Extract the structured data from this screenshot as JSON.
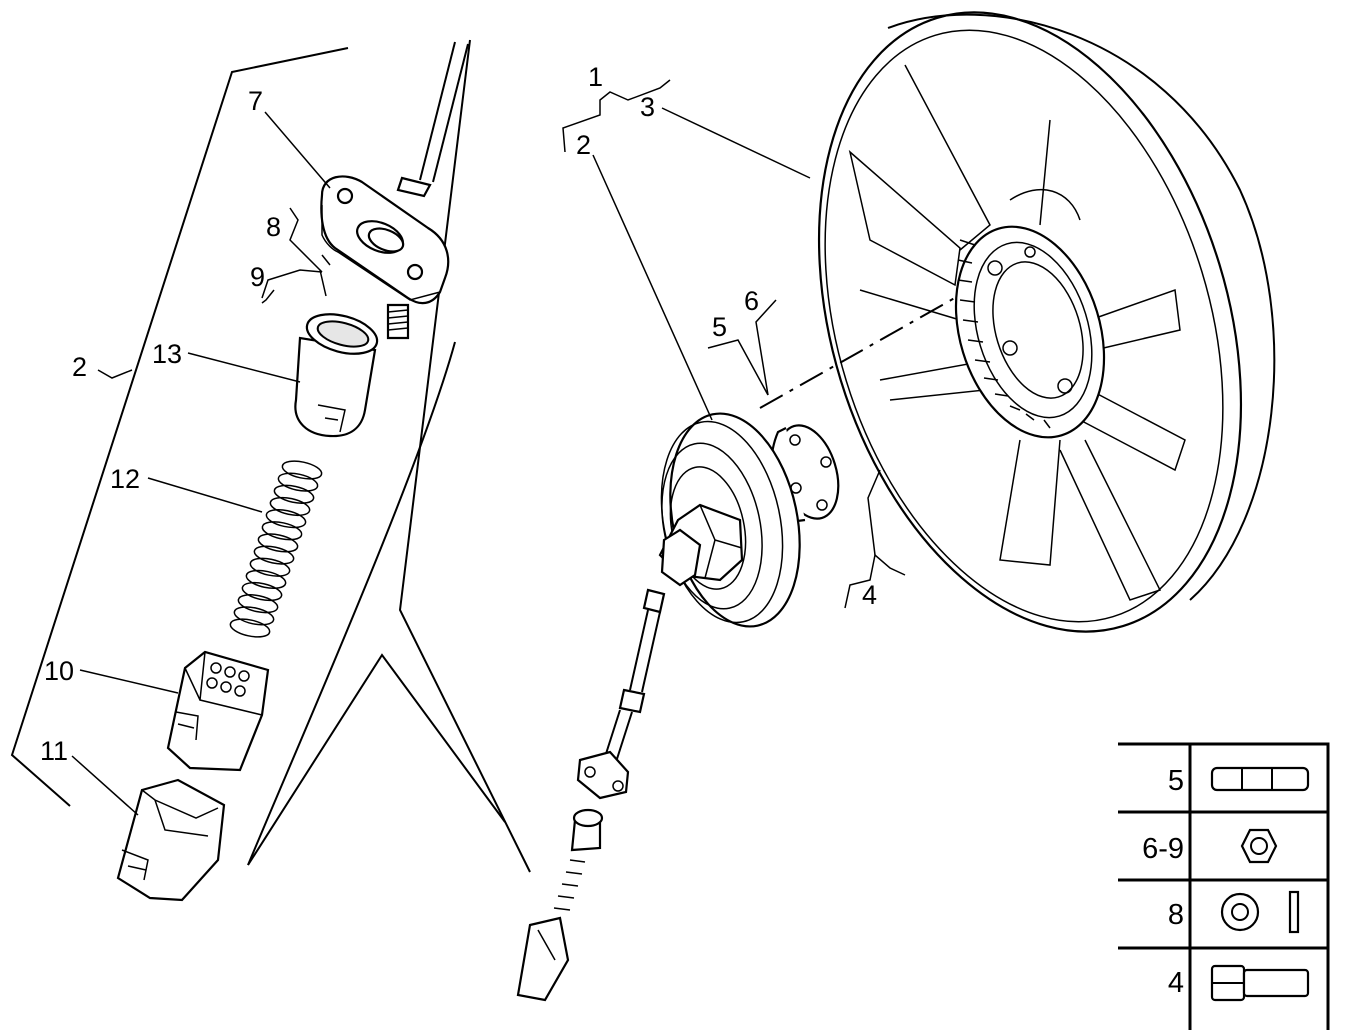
{
  "callouts": {
    "c1": "1",
    "c2_top": "2",
    "c2_left": "2",
    "c3": "3",
    "c4": "4",
    "c5": "5",
    "c6": "6",
    "c7": "7",
    "c8": "8",
    "c9": "9",
    "c10": "10",
    "c11": "11",
    "c12": "12",
    "c13": "13"
  },
  "legend": {
    "rows": [
      {
        "label": "5",
        "icon": "screw-icon"
      },
      {
        "label": "6-9",
        "icon": "hex-nut-icon"
      },
      {
        "label": "8",
        "icon": "washer-icon"
      },
      {
        "label": "4",
        "icon": "bolt-icon"
      }
    ]
  }
}
